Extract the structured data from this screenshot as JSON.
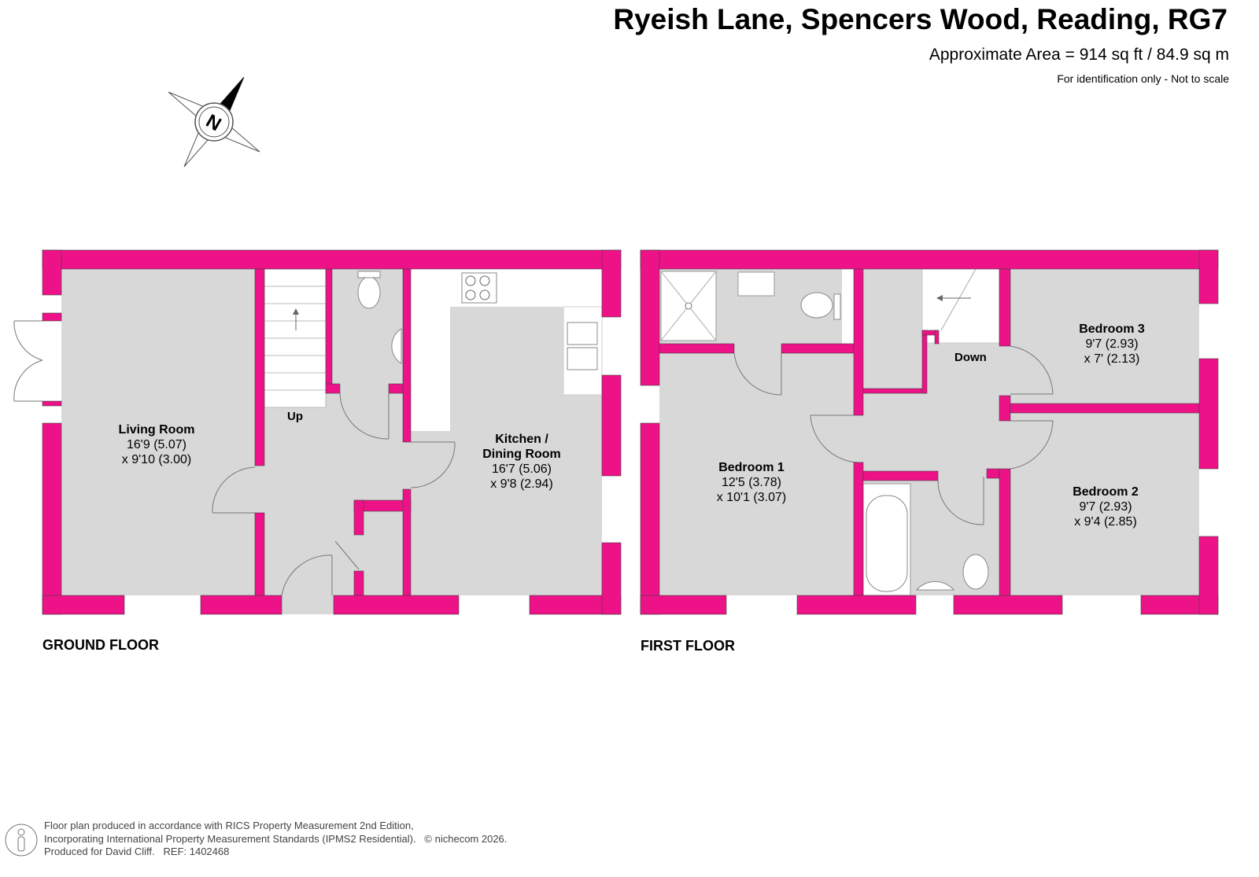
{
  "header": {
    "title": "Ryeish Lane, Spencers Wood, Reading, RG7",
    "area": "Approximate Area = 914 sq ft / 84.9 sq m",
    "note": "For identification only - Not to scale"
  },
  "compass": {
    "label": "N",
    "icon": "compass-north-icon"
  },
  "colors": {
    "wall": "#ED1287",
    "floor": "#D8D8D8",
    "fixture": "#FFFFFF"
  },
  "ground_floor": {
    "label": "GROUND FLOOR",
    "stairs_label": "Up",
    "rooms": [
      {
        "name": "Living Room",
        "dim1": "16'9 (5.07)",
        "dim2": "x 9'10 (3.00)"
      },
      {
        "name": "Kitchen /",
        "name2": "Dining Room",
        "dim1": "16'7 (5.06)",
        "dim2": "x 9'8 (2.94)"
      }
    ]
  },
  "first_floor": {
    "label": "FIRST FLOOR",
    "stairs_label": "Down",
    "rooms": [
      {
        "name": "Bedroom 1",
        "dim1": "12'5 (3.78)",
        "dim2": "x 10'1 (3.07)"
      },
      {
        "name": "Bedroom 2",
        "dim1": "9'7 (2.93)",
        "dim2": "x 9'4 (2.85)"
      },
      {
        "name": "Bedroom 3",
        "dim1": "9'7 (2.93)",
        "dim2": "x 7' (2.13)"
      }
    ]
  },
  "footer": {
    "line1": "Floor plan produced in accordance with RICS Property Measurement 2nd Edition,",
    "line2": "Incorporating International Property Measurement Standards (IPMS2 Residential).",
    "copyright": "© nichecom 2026.",
    "line3": "Produced for David Cliff.",
    "ref": "REF:  1402468"
  }
}
